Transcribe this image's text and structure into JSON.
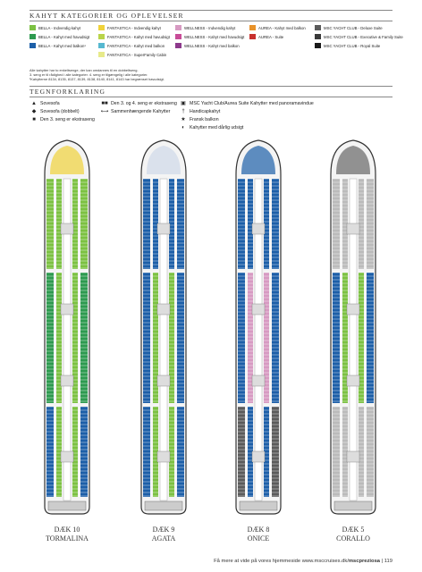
{
  "sections": {
    "categories_title": "KAHYT KATEGORIER OG OPLEVELSER",
    "legend_title": "TEGNFORKLARING"
  },
  "categories": [
    {
      "label": "BELLA - Indvendig kahyt",
      "color": "#7cc142"
    },
    {
      "label": "BELLA - Kahyt med havudsigt",
      "color": "#2e9a50"
    },
    {
      "label": "BELLA - Kahyt med balkon¹",
      "color": "#1d5fa8"
    },
    {
      "label": "FANTASTICA - Indvendig kahyt",
      "color": "#f0d23a"
    },
    {
      "label": "FANTASTICA - Kahyt med havudsigt",
      "color": "#b9d44a"
    },
    {
      "label": "FANTASTICA - Kahyt med balkon",
      "color": "#56b8d0"
    },
    {
      "label": "FANTASTICA - SuperFamily Cabin",
      "color": "#e7ea8a"
    },
    {
      "label": "WELLNESS - Indvendig kahyt",
      "color": "#d79ac2"
    },
    {
      "label": "WELLNESS - Kahyt med havudsigt",
      "color": "#c84c98"
    },
    {
      "label": "WELLNESS - Kahyt med balkon",
      "color": "#8d3a8c"
    },
    {
      "label": "AUREA - Kahyt med balkon",
      "color": "#e8922a"
    },
    {
      "label": "AUREA - Suite",
      "color": "#c8302e"
    },
    {
      "label": "MSC YACHT CLUB - Deluxe Suite",
      "color": "#5b5b5b"
    },
    {
      "label": "MSC YACHT CLUB - Executive & Family Suite",
      "color": "#3a3a3a"
    },
    {
      "label": "MSC YACHT CLUB - Royal Suite",
      "color": "#1a1a1a"
    }
  ],
  "notes": [
    "Alle kahytter har to enkeltsenge, der kan omdannes til en dobbeltseng.",
    "3. seng er til rådighed i alle kategorier. 4. seng er tilgængelig i alle kategorier.",
    "¹Kahytterne 8134, 8135, 8137, 8139, 8138, 8140, 8141, 8143 har begrænset havudsigt."
  ],
  "legend": [
    {
      "icon": "▲",
      "icon_name": "triangle-icon",
      "label": "Sovesofa"
    },
    {
      "icon": "◆",
      "icon_name": "diamond-icon",
      "label": "Sovesofa (dobbelt)"
    },
    {
      "icon": "■",
      "icon_name": "square-icon",
      "label": "Den 3. seng er ekstraseng"
    },
    {
      "icon": "■■",
      "icon_name": "double-square-icon",
      "label": "Den 3. og 4. seng er ekstraseng"
    },
    {
      "icon": "⟷",
      "icon_name": "connecting-arrow-icon",
      "label": "Sammenhængende Kahytter"
    },
    {
      "icon": "▣",
      "icon_name": "panorama-window-icon",
      "label": "MSC Yacht Club/Aurea Suite Kahytter med panoramavindue"
    },
    {
      "icon": "†",
      "icon_name": "handicap-icon",
      "label": "Handicapkahyt"
    },
    {
      "icon": "★",
      "icon_name": "star-icon",
      "label": "Fransk balkon"
    },
    {
      "icon": "◐",
      "icon_name": "half-circle-icon",
      "label": "Kahytter med dårlig udsigt"
    }
  ],
  "decks": [
    {
      "line1": "DÆK 10",
      "line2": "TORMALINA"
    },
    {
      "line1": "DÆK 9",
      "line2": "AGATA"
    },
    {
      "line1": "DÆK 8",
      "line2": "ONICE"
    },
    {
      "line1": "DÆK 5",
      "line2": "CORALLO"
    }
  ],
  "footer": {
    "text": "Få mere at vide på vores hjemmeside www.msccruises.dk/",
    "bold": "mscpreziosa",
    "page": "| 119"
  }
}
